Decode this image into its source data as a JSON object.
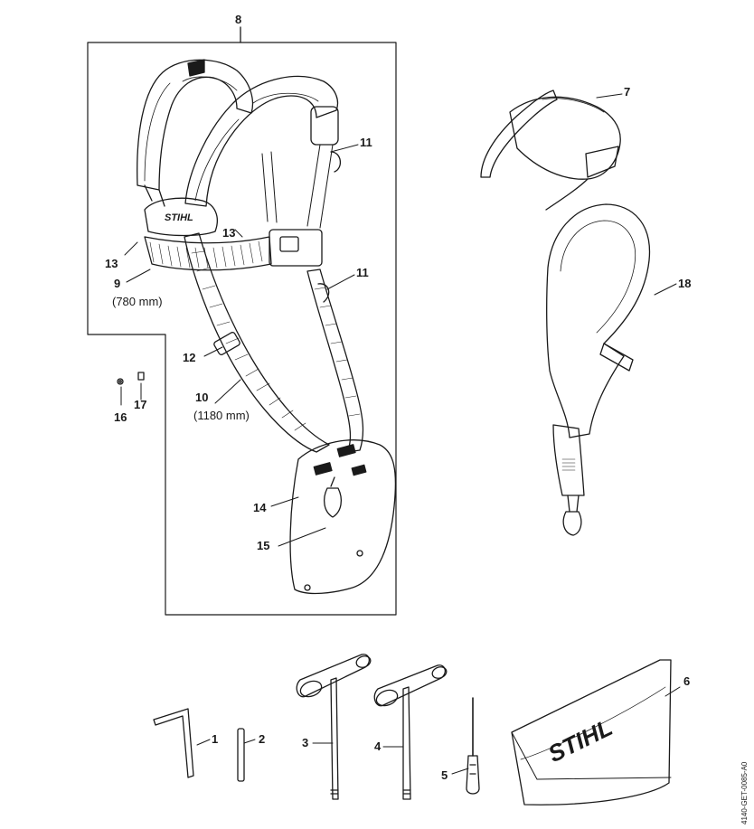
{
  "drawing_code": "4140-GET-0085-A0",
  "brand": "STIHL",
  "labels": {
    "p1": "1",
    "p2": "2",
    "p3": "3",
    "p4": "4",
    "p5": "5",
    "p6": "6",
    "p7": "7",
    "p8": "8",
    "p9": "9",
    "p10": "10",
    "p11a": "11",
    "p11b": "11",
    "p12": "12",
    "p13a": "13",
    "p13b": "13",
    "p14": "14",
    "p15": "15",
    "p16": "16",
    "p17": "17",
    "p18": "18"
  },
  "dimensions": {
    "p9": "(780 mm)",
    "p10": "(1180 mm)"
  }
}
